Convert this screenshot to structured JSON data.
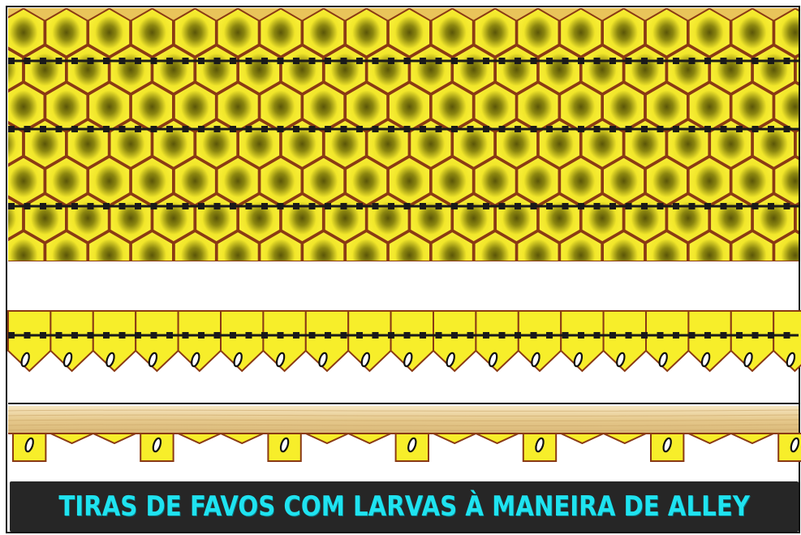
{
  "caption": {
    "text": "TIRAS DE FAVOS COM LARVAS À MANEIRA DE ALLEY"
  },
  "colors": {
    "cell_fill": "#f7ee2a",
    "cell_center": "#7d7a10",
    "cell_border": "#8a3a14",
    "wire": "#1a1a1a",
    "wood": "#e8cf9a",
    "caption_bg": "#262626",
    "caption_text": "#1fe3f0"
  },
  "panels": [
    {
      "name": "full-comb-with-wires",
      "wires": 3
    },
    {
      "name": "comb-strip-with-larvae",
      "wires": 1
    },
    {
      "name": "strip-on-bar-alternating-cells"
    }
  ]
}
